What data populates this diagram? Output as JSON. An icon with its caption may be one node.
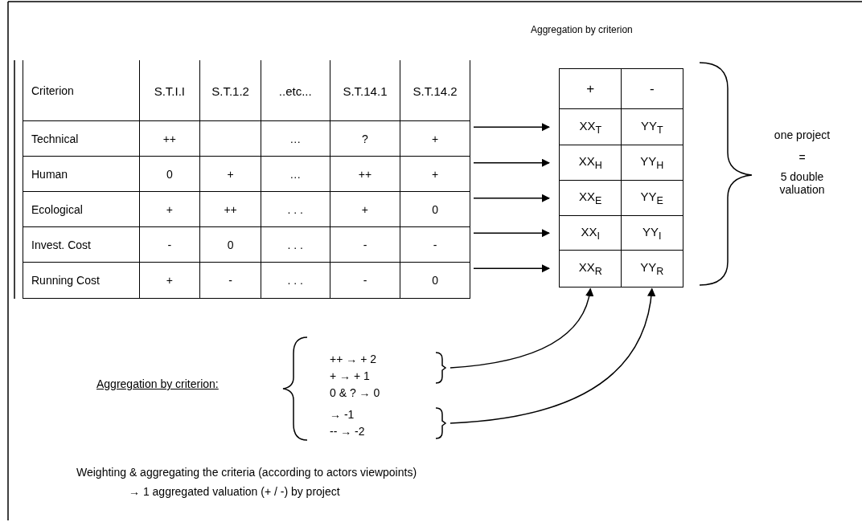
{
  "diagram": {
    "nodes": [
      {
        "text": [
          "Technical",
          "++",
          "…",
          "?",
          "+"
        ]
      },
      {
        "text": [
          "Human",
          "0",
          "+",
          "…",
          "++",
          "+"
        ]
      },
      {
        "text": [
          "Ecological",
          "+",
          "++",
          ". . .",
          "+",
          "0"
        ]
      },
      {
        "text": [
          "Invest. Cost",
          "-",
          "0",
          ". . .",
          "-",
          "-"
        ]
      },
      {
        "text": [
          "Running Cost",
          "+",
          "-",
          ". . .",
          "-",
          "0"
        ]
      },
      {
        "text": [
          "XX$_{T}$"
        ]
      },
      {
        "text": [
          "YY$_{T}$"
        ]
      },
      {
        "text": [
          "XX$_{H}$"
        ]
      },
      {
        "text": [
          "YY$_{H}$"
        ]
      },
      {
        "text": [
          "XX$_{E}$"
        ]
      },
      {
        "text": [
          "YY$_{E}$"
        ]
      },
      {
        "text": [
          "XX$_{I}$"
        ]
      },
      {
        "text": [
          "YY$_{I}$"
        ]
      },
      {
        "text": [
          "XX$_{R}$"
        ]
      },
      {
        "text": [
          "YY$_{R}$"
        ]
      },
      {
        "text": [
          "++ → + 2",
          "+ → + 1"
        ]
      },
      {
        "text": [
          "→ -1",
          "-- → -2"
        ]
      }
    ],
    "edges": [
      {
        "from": 0,
        "to": 5,
        "arrow": "to"
      },
      {
        "from": 1,
        "to": 7,
        "arrow": "to"
      },
      {
        "from": 2,
        "to": 9,
        "arrow": "to"
      },
      {
        "from": 3,
        "to": 11,
        "arrow": "to"
      },
      {
        "from": 4,
        "to": 13,
        "arrow": "to"
      },
      {
        "from": 15,
        "to": 13,
        "arrow": "to"
      },
      {
        "from": 16,
        "to": 14,
        "arrow": "to"
      }
    ],
    "labels": [
      "Aggregation by criterion",
      "Criterion",
      "S.T.I.I",
      "S.T.1.2",
      "..etc...",
      "S.T.14.1",
      "S.T.14.2",
      "+",
      "-",
      "one project",
      "=",
      "5 double valuation",
      "Aggregation by criterion:",
      "0 & ? → 0",
      "Weighting & aggregating the criteria (according to actors viewpoints)",
      "→ 1 aggregated valuation (+ / -) by project"
    ]
  }
}
